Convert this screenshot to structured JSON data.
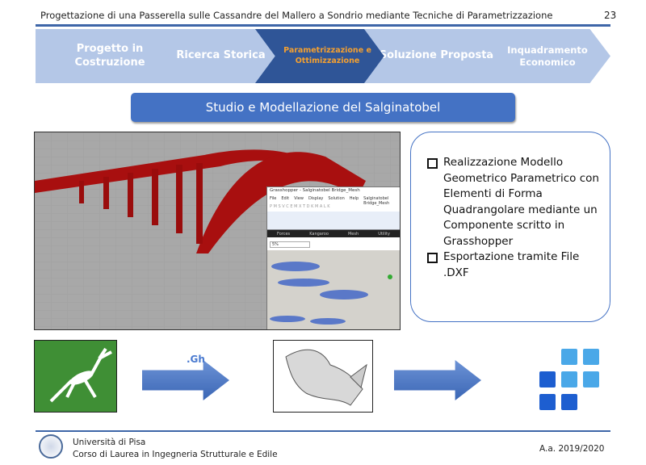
{
  "header": {
    "title": "Progettazione di una Passerella sulle Cassandre del Mallero a Sondrio mediante Tecniche di Parametrizzazione",
    "page": "23"
  },
  "steps": [
    {
      "label": "Progetto in Costruzione"
    },
    {
      "label": "Ricerca Storica"
    },
    {
      "label": "Parametrizzazione e Ottimizzazione",
      "active": true
    },
    {
      "label": "Soluzione Proposta"
    },
    {
      "label": "Inquadramento Economico"
    }
  ],
  "subtitle": "Studio e Modellazione del Salginatobel",
  "grasshopper": {
    "title": "Grasshopper - Salginatobel Bridge_Mesh",
    "menu": [
      "File",
      "Edit",
      "View",
      "Display",
      "Solution",
      "Help"
    ],
    "doc": "Salginatobel Bridge_Mesh",
    "tabs": "P M S V C E M X T D K M A L K",
    "panels": [
      "Forces",
      "Kangaroo",
      "Mesh",
      "Utility"
    ],
    "zoom": "5%"
  },
  "bullets": [
    "Realizzazione Modello Geometrico Parametrico con Elementi di Forma Quadrangolare mediante un Componente scritto in Grasshopper",
    "Esportazione tramite File .DXF"
  ],
  "flow": {
    "arrow1_label": ".Gh"
  },
  "footer": {
    "university": "Università di Pisa",
    "course": "Corso di Laurea in Ingegneria Strutturale e Edile",
    "year": "A.a. 2019/2020"
  },
  "colors": {
    "accent": "#4472c4",
    "active_step": "#2f5597",
    "step": "#b4c7e7",
    "bridge": "#b01010"
  }
}
